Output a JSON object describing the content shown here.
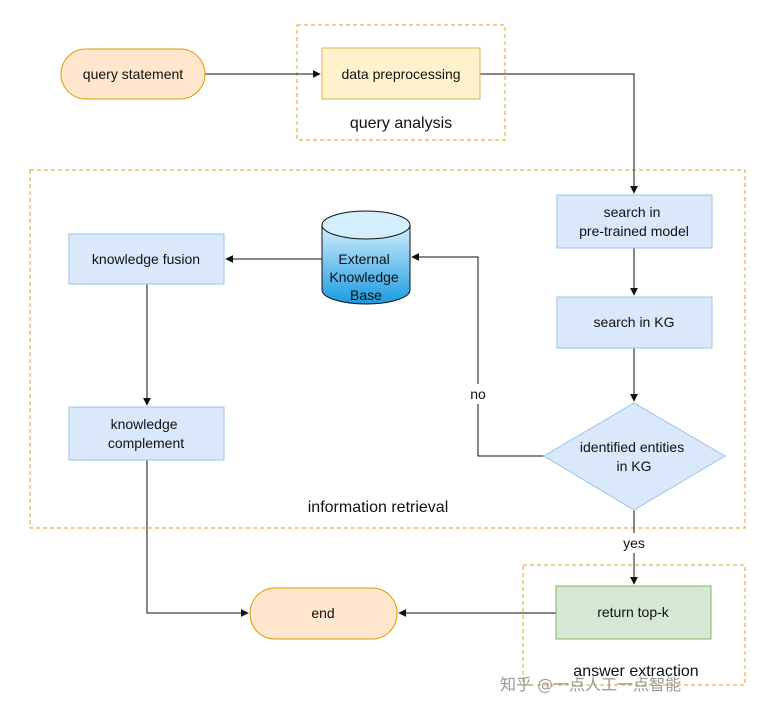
{
  "colors": {
    "terminal_fill": "#ffe6cc",
    "terminal_stroke": "#d79b00",
    "preprocess_fill": "#fff2cc",
    "preprocess_stroke": "#d6b656",
    "process_fill": "#dae8fc",
    "process_stroke": "#9cc3e6",
    "result_fill": "#d5e8d4",
    "result_stroke": "#82b366",
    "group_border": "#e3b24a",
    "cylinder_top": "#bfe4fb",
    "cylinder_body": "#1a9be0",
    "edge": "#111111"
  },
  "groups": {
    "query_analysis": "query analysis",
    "information_retrieval": "information retrieval",
    "answer_extraction": "answer extraction"
  },
  "nodes": {
    "query_statement": "query statement",
    "data_preprocessing": "data preprocessing",
    "search_pretrained": [
      "search in",
      "pre-trained model"
    ],
    "search_kg": "search in KG",
    "identified_entities": [
      "identified entities",
      "in KG"
    ],
    "external_kb": [
      "External",
      "Knowledge",
      "Base"
    ],
    "knowledge_fusion": "knowledge fusion",
    "knowledge_complement": [
      "knowledge",
      "complement"
    ],
    "return_topk": "return top-k",
    "end": "end"
  },
  "edges": {
    "no_label": "no",
    "yes_label": "yes"
  },
  "watermark": "知乎 @一点人工一点智能"
}
